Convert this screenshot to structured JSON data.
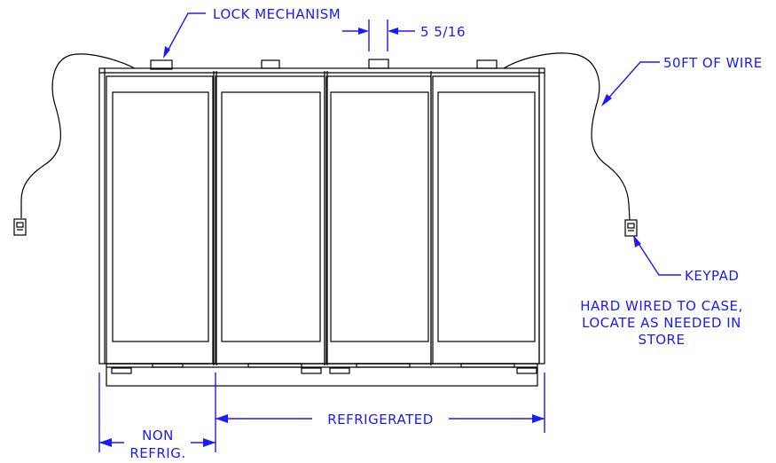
{
  "labels": {
    "lock_mechanism": "LOCK MECHANISM",
    "dimension": "5 5/16",
    "wire": "50FT OF WIRE",
    "keypad": "KEYPAD",
    "note_line1": "HARD WIRED TO CASE,",
    "note_line2": "LOCATE AS NEEDED IN",
    "note_line3": "STORE",
    "non_refrig_line1": "NON",
    "non_refrig_line2": "REFRIG.",
    "refrigerated": "REFRIGERATED"
  },
  "colors": {
    "annotation": "#1a1aff",
    "linework": "#000000"
  }
}
